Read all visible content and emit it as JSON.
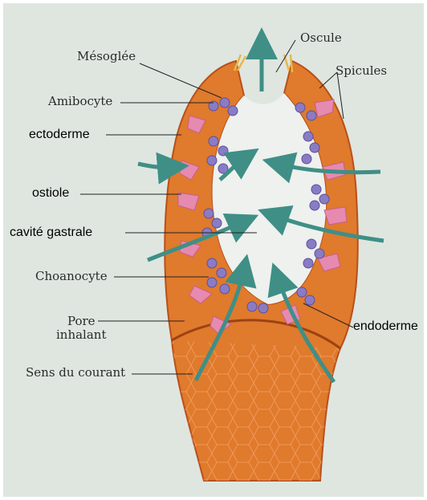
{
  "labels": {
    "mesoglee": "Mésoglée",
    "amibocyte": "Amibocyte",
    "ectoderme": "ectoderme",
    "ostiole": "ostiole",
    "cavite": "cavité gastrale",
    "choanocyte": "Choanocyte",
    "pore": "Pore\ninhalant",
    "sens": "Sens du courant",
    "oscule": "Oscule",
    "spicules": "Spicules",
    "endoderme": "endoderme"
  },
  "colors": {
    "background": "#dfe6e0",
    "body_wall": "#e07a2c",
    "body_wall_dark": "#b8501a",
    "cavity": "#eef1ee",
    "choanocyte": "#8a7cc4",
    "porocyte": "#e68ab0",
    "current_arrow": "#3f8f86"
  }
}
